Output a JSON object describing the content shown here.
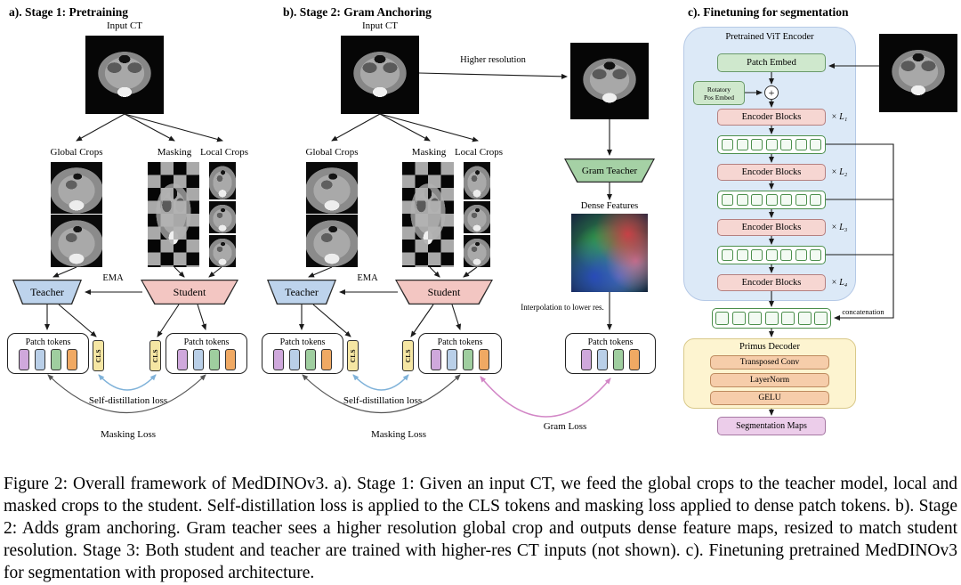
{
  "labels": {
    "input_ct": "Input CT",
    "global_crops": "Global Crops",
    "masking": "Masking",
    "local_crops": "Local Crops",
    "teacher": "Teacher",
    "student": "Student",
    "ema": "EMA",
    "patch_tokens": "Patch tokens",
    "cls": "CLS",
    "self_distillation_loss": "Self-distillation loss",
    "masking_loss": "Masking Loss"
  },
  "panel_a": {
    "title": "a). Stage 1: Pretraining"
  },
  "panel_b": {
    "title": "b). Stage 2: Gram Anchoring",
    "higher_resolution": "Higher resolution",
    "gram_teacher": "Gram Teacher",
    "dense_features": "Dense Features",
    "interpolation": "Interpolation to lower res.",
    "gram_loss": "Gram Loss"
  },
  "panel_c": {
    "title": "c). Finetuning for segmentation",
    "encoder_title": "Pretrained ViT Encoder",
    "patch_embed": "Patch Embed",
    "rotary_line1": "Rotatory",
    "rotary_line2": "Pos Embed",
    "encoder_blocks": "Encoder Blocks",
    "block_multipliers": [
      "× L₁",
      "× L₂",
      "× L₃",
      "× L₄"
    ],
    "concatenation": "concatenation",
    "decoder_title": "Primus Decoder",
    "decoder_layers": [
      "Transposed Conv",
      "LayerNorm",
      "GELU"
    ],
    "segmentation_maps": "Segmentation Maps",
    "tokens_per_row": 7
  },
  "icons": {
    "plus": "+"
  },
  "token_colors": [
    "#cfa8dc",
    "#b9cfe8",
    "#9fce9f",
    "#f0a963"
  ],
  "colors": {
    "teacher_fill": "#bdd3ec",
    "student_fill": "#f3c6c2",
    "gram_teacher_fill": "#a5d1a5",
    "cls_fill": "#f5e6a3",
    "encoder_bg": "#dce9f7",
    "patch_embed_bg": "#cfe8cd",
    "encoder_block_bg": "#f6d6d2",
    "strip_border": "#4c8f4c",
    "decoder_bg": "#fdf4d0",
    "decoder_layer_bg": "#f6cdaa",
    "seg_maps_bg": "#eccdea",
    "self_distillation_color": "#7fb2d9",
    "masking_loss_color": "#555555",
    "gram_loss_color": "#d286c6"
  },
  "caption": "Figure 2: Overall framework of MedDINOv3. a). Stage 1: Given an input CT, we feed the global crops to the teacher model, local and masked crops to the student. Self-distillation loss is applied to the CLS tokens and masking loss applied to dense patch tokens. b). Stage 2: Adds gram anchoring. Gram teacher sees a higher resolution global crop and outputs dense feature maps, resized to match student resolution. Stage 3: Both student and teacher are trained with higher-res CT inputs (not shown). c). Finetuning pretrained MedDINOv3 for segmentation with proposed architecture."
}
